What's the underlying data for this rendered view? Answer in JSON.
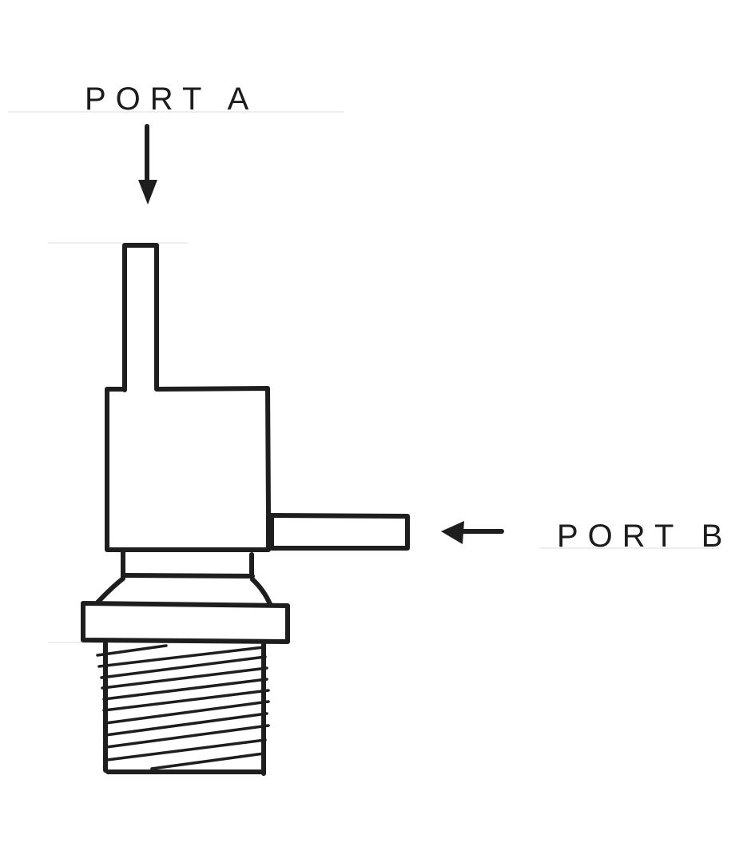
{
  "diagram": {
    "title": "",
    "labels": {
      "port_a": "PORT A",
      "port_b": "PORT B"
    },
    "components": [
      {
        "id": "port-a-tube",
        "description": "Vertical inlet tube on top (Port A)"
      },
      {
        "id": "main-body",
        "description": "Square main valve body"
      },
      {
        "id": "port-b-tube",
        "description": "Horizontal side tube on right (Port B)"
      },
      {
        "id": "neck",
        "description": "Short neck below body"
      },
      {
        "id": "taper",
        "description": "Tapered transition to flange"
      },
      {
        "id": "flange",
        "description": "Hex/flange collar"
      },
      {
        "id": "threaded-shank",
        "description": "Threaded male connector at bottom"
      }
    ],
    "arrows": [
      {
        "id": "port-a-arrow",
        "direction": "down",
        "points_to": "port-a-tube"
      },
      {
        "id": "port-b-arrow",
        "direction": "left",
        "points_to": "port-b-tube"
      }
    ],
    "colors": {
      "ink": "#1e1e1e",
      "paper": "#ffffff"
    }
  }
}
